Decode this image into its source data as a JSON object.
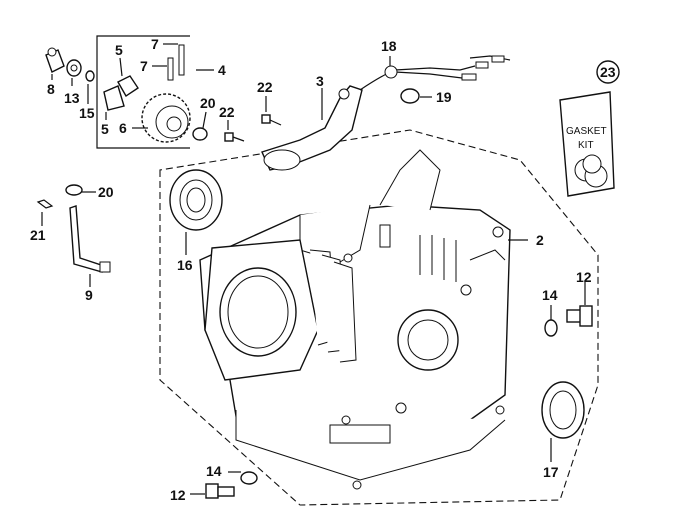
{
  "callouts": {
    "c2": "2",
    "c3": "3",
    "c4": "4",
    "c5a": "5",
    "c5b": "5",
    "c6": "6",
    "c7a": "7",
    "c7b": "7",
    "c8": "8",
    "c9": "9",
    "c12a": "12",
    "c12b": "12",
    "c13": "13",
    "c14a": "14",
    "c14b": "14",
    "c15": "15",
    "c16": "16",
    "c17": "17",
    "c18": "18",
    "c19": "19",
    "c20a": "20",
    "c20b": "20",
    "c21": "21",
    "c22a": "22",
    "c22b": "22",
    "c23": "23"
  },
  "gasket_kit": {
    "line1": "GASKET",
    "line2": "KIT"
  }
}
